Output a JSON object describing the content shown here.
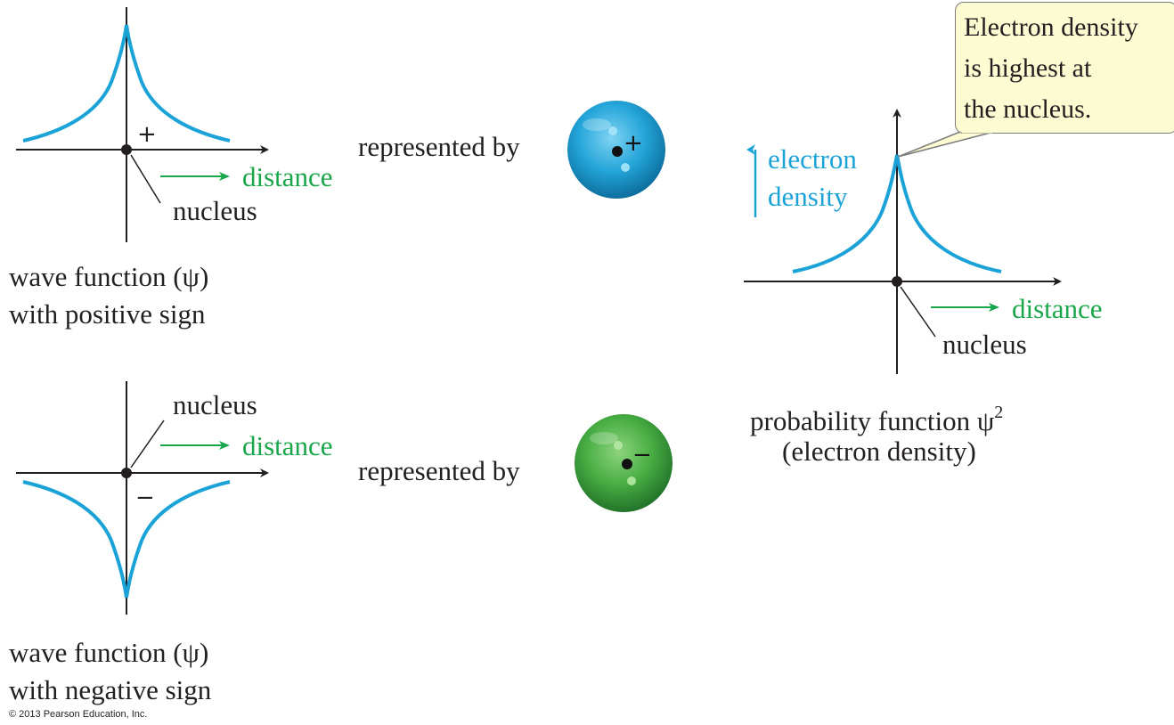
{
  "positive_panel": {
    "sign": "+",
    "axis_label": "distance",
    "nucleus_label": "nucleus",
    "caption_line1": "wave function (ψ)",
    "caption_line2": "with positive sign",
    "represented_by": "represented by",
    "sphere_color": "#1ba3d8",
    "sphere_sign": "+"
  },
  "negative_panel": {
    "sign": "−",
    "axis_label": "distance",
    "nucleus_label": "nucleus",
    "caption_line1": "wave function (ψ)",
    "caption_line2": "with negative sign",
    "represented_by": "represented by",
    "sphere_color": "#3fae49",
    "sphere_sign": "−"
  },
  "probability_panel": {
    "density_label_line1": "electron",
    "density_label_line2": "density",
    "axis_label": "distance",
    "nucleus_label": "nucleus",
    "caption_line1_text": "probability function ψ",
    "caption_line1_sup": "2",
    "caption_line2": "(electron density)",
    "callout_line1": "Electron density",
    "callout_line2": "is highest at",
    "callout_line3": "the nucleus."
  },
  "colors": {
    "curve": "#1ba3d8",
    "axis_label": "#1aa64a",
    "text": "#231f20",
    "callout_fill": "#fdfbd2"
  },
  "copyright": "© 2013 Pearson Education, Inc."
}
